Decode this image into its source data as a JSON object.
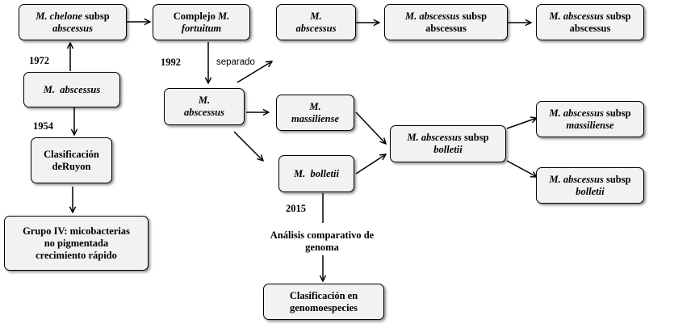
{
  "nodes": {
    "chelone": {
      "l1_it": "M. chelone",
      "l1_rest": " subsp",
      "l2": "abscessus"
    },
    "complejo": {
      "l1_rest": "Complejo ",
      "l1_it": "M.",
      "l2": "fortuitum"
    },
    "abscessus_top": {
      "l1": "M.",
      "l2": "abscessus"
    },
    "mab_abscessus_1": {
      "l1_it": "M. abscessus",
      "l1_rest": " subsp",
      "l2": "abscessus"
    },
    "mab_abscessus_2": {
      "l1_it": "M. abscessus",
      "l1_rest": "  subsp",
      "l2": "abscessus"
    },
    "m_abscessus_left": {
      "text": "M.  abscessus"
    },
    "clasificacion_ruyon": {
      "l1": "Clasificación",
      "l2": "deRuyon"
    },
    "grupo_iv": {
      "l1": "Grupo IV: micobacterias",
      "l2": "no pigmentada",
      "l3": "crecimiento rápido"
    },
    "m_abscessus_mid": {
      "l1": "M.",
      "l2": "abscessus"
    },
    "massiliense": {
      "l1": "M.",
      "l2": "massiliense"
    },
    "bolletii": {
      "text": "M.  bolletii"
    },
    "mab_bolletii_center": {
      "l1_it": "M. abscessus",
      "l1_rest": " subsp",
      "l2": "bolletii"
    },
    "mab_massiliense": {
      "l1_it": "M. abscessus",
      "l1_rest": "  subsp",
      "l2": "massiliense"
    },
    "mab_bolletii_right": {
      "l1_it": "M. abscessus",
      "l1_rest": "  subsp",
      "l2": "bolletii"
    },
    "genomoespecies": {
      "l1": "Clasificación en",
      "l2": "genomoespecies"
    }
  },
  "labels": {
    "y1972": "1972",
    "y1954": "1954",
    "y1992": "1992",
    "separado": "separado",
    "y2015": "2015",
    "analisis_l1": "Análisis comparativo de",
    "analisis_l2": "genoma"
  }
}
